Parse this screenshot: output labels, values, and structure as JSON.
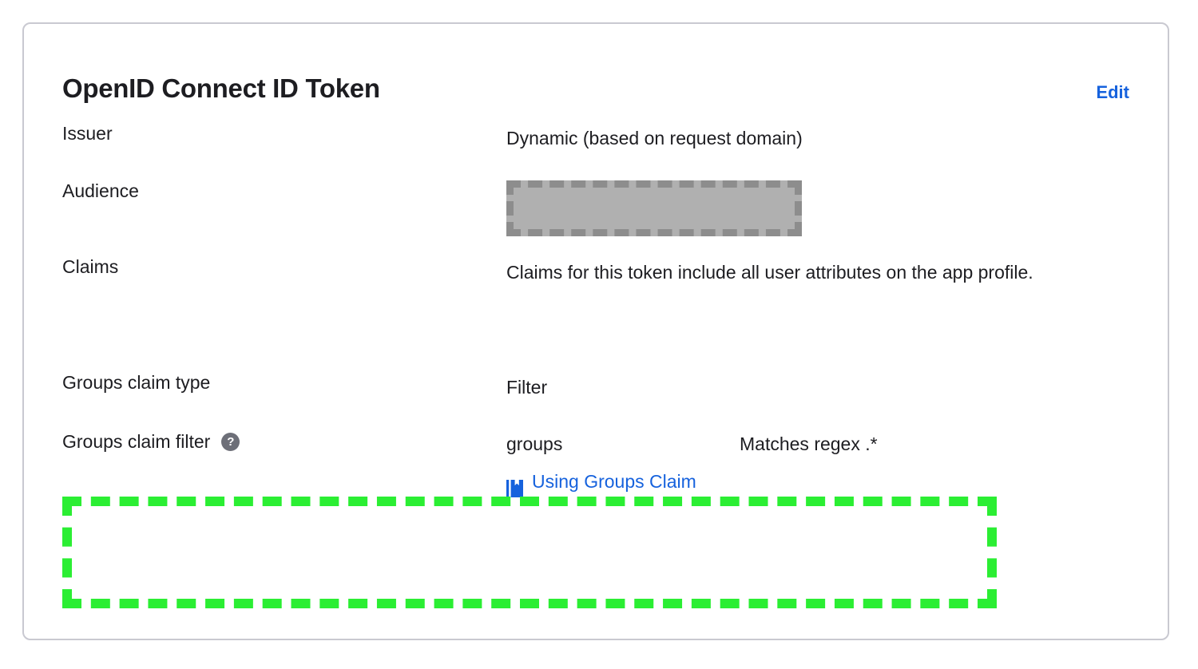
{
  "card": {
    "title": "OpenID Connect ID Token",
    "edit_label": "Edit",
    "border_color": "#c9c9d1",
    "link_color": "#1662dd"
  },
  "details": {
    "issuer": {
      "label": "Issuer",
      "value": "Dynamic (based on request domain)"
    },
    "audience": {
      "label": "Audience",
      "value": "",
      "redacted": "true",
      "redaction_fill": "#b0b0b0",
      "redaction_border": "#8d8d8d"
    },
    "claims": {
      "label": "Claims",
      "value": "Claims for this token include all user attributes on the app profile."
    },
    "groups_claim_type": {
      "label": "Groups claim type",
      "value": "Filter"
    },
    "groups_claim_filter": {
      "label": "Groups claim filter",
      "help_glyph": "?",
      "claim_name": "groups",
      "match_rule": "Matches regex .*",
      "doc_link_label": "Using Groups Claim",
      "doc_link_icon": "book-icon"
    }
  },
  "annotation": {
    "color": "#2bee33",
    "style": "dashed-rectangle",
    "targets": "groups_claim_filter"
  }
}
